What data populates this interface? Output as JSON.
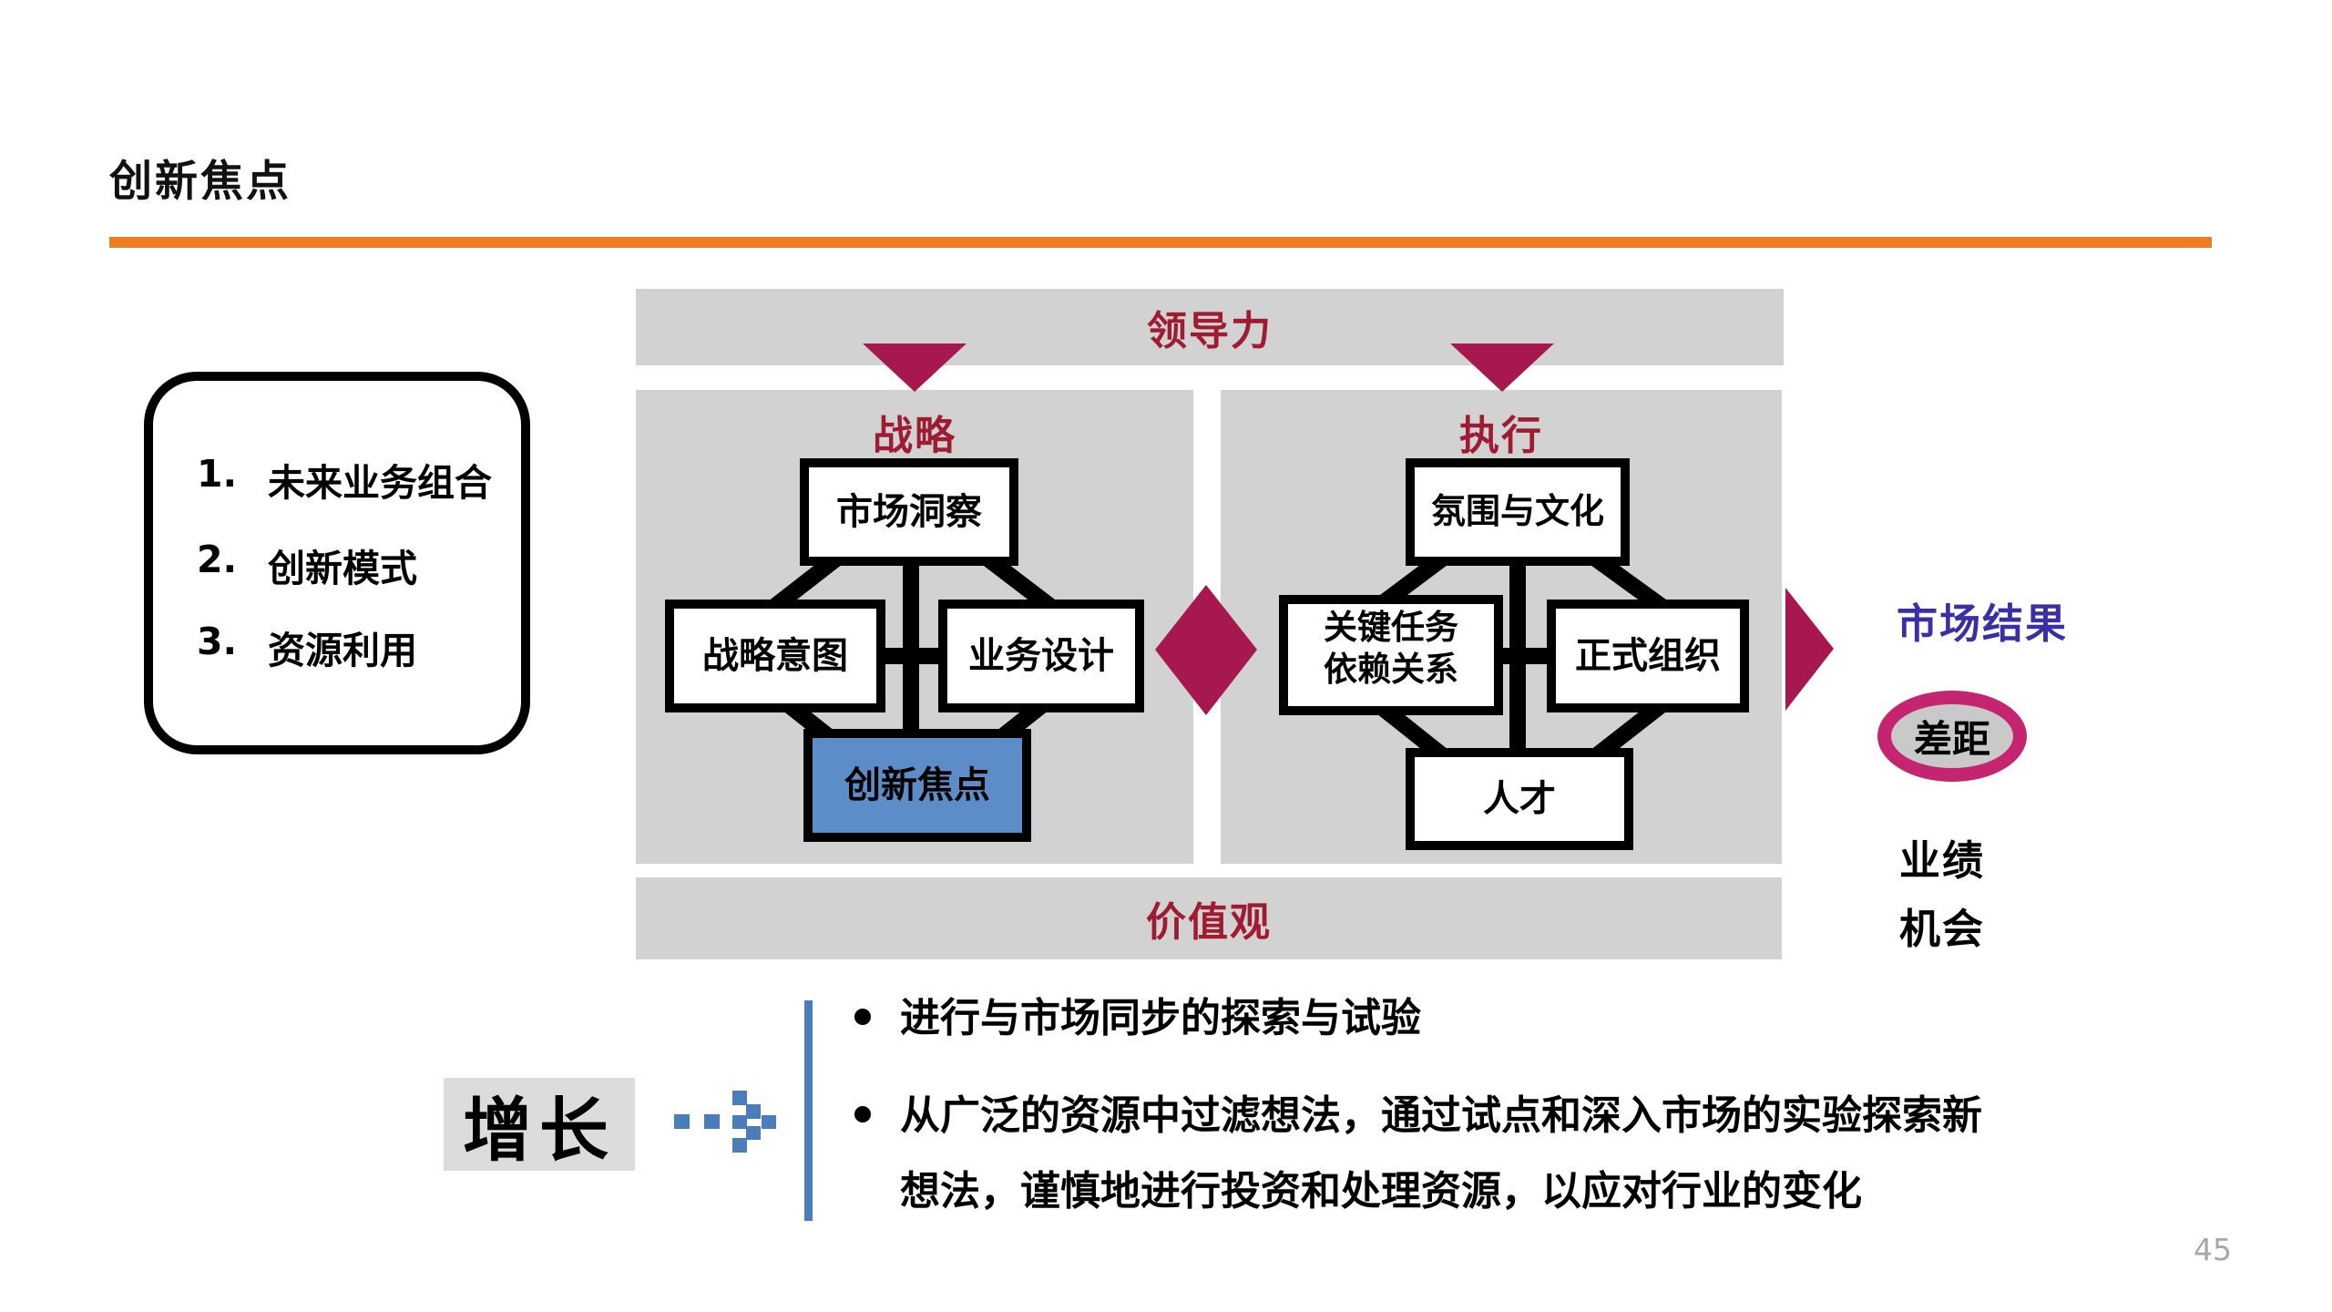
{
  "slide": {
    "title": "创新焦点",
    "page_number": "45"
  },
  "colors": {
    "accent_orange": "#EF7D22",
    "header_dark_red": "#9E1B32",
    "shape_magenta": "#A81850",
    "gap_ring_pink": "#C4256E",
    "market_purple": "#3B2FA8",
    "highlight_blue_box": "#5C8DC8",
    "panel_gray": "#D2D2D2",
    "growth_gray": "#DCDCDC",
    "dashed_arrow_blue": "#4A7DBB"
  },
  "framework": {
    "leadership_label": "领导力",
    "values_label": "价值观",
    "strategy": {
      "label": "战略",
      "top_box": "市场洞察",
      "left_box": "战略意图",
      "right_box": "业务设计",
      "bottom_box": "创新焦点"
    },
    "execution": {
      "label": "执行",
      "top_box": "氛围与文化",
      "left_box_line1": "关键任务",
      "left_box_line2": "依赖关系",
      "right_box": "正式组织",
      "bottom_box": "人才"
    }
  },
  "key_points": {
    "items": [
      {
        "num": "1.",
        "text": "未来业务组合"
      },
      {
        "num": "2.",
        "text": "创新模式"
      },
      {
        "num": "3.",
        "text": "资源利用"
      }
    ]
  },
  "market": {
    "title": "市场结果",
    "gap_label": "差距",
    "result_line1": "业绩",
    "result_line2": "机会"
  },
  "growth": {
    "label": "增长",
    "bullet1": "进行与市场同步的探索与试验",
    "bullet2_line1": "从广泛的资源中过滤想法，通过试点和深入市场的实验探索新",
    "bullet2_line2": "想法，谨慎地进行投资和处理资源，以应对行业的变化"
  }
}
